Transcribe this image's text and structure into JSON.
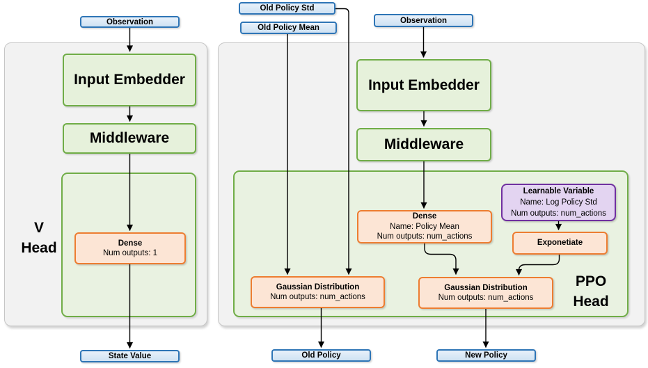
{
  "colors": {
    "blue_border": "#2e75b6",
    "blue_fill_top": "#e8f1fa",
    "blue_fill_bottom": "#cfe2f3",
    "green_border": "#70ad47",
    "green_fill": "#e6f1db",
    "container_fill": "#e9f2e1",
    "orange_border": "#ed7d31",
    "orange_fill": "#fce5d5",
    "purple_border": "#7030a0",
    "purple_fill": "#e3d4f1",
    "panel_fill": "#f2f2f2",
    "panel_border": "#c6c6c6",
    "line_color": "#000000",
    "text_color": "#000000"
  },
  "v": {
    "observation": "Observation",
    "input_embedder": "Input Embedder",
    "middleware": "Middleware",
    "dense_title": "Dense",
    "dense_outputs": "Num outputs: 1",
    "title_line1": "V",
    "title_line2": "Head",
    "state_value": "State Value"
  },
  "ppo": {
    "old_policy_std": "Old Policy Std",
    "old_policy_mean": "Old Policy Mean",
    "observation": "Observation",
    "input_embedder": "Input Embedder",
    "middleware": "Middleware",
    "dense_title": "Dense",
    "dense_name": "Name: Policy Mean",
    "dense_outputs": "Num outputs: num_actions",
    "learnable_title": "Learnable Variable",
    "learnable_name": "Name: Log Policy Std",
    "learnable_outputs": "Num outputs: num_actions",
    "exponetiate": "Exponetiate",
    "gaussian_old_title": "Gaussian Distribution",
    "gaussian_old_outputs": "Num outputs: num_actions",
    "gaussian_new_title": "Gaussian Distribution",
    "gaussian_new_outputs": "Num outputs: num_actions",
    "title_line1": "PPO",
    "title_line2": "Head",
    "old_policy": "Old Policy",
    "new_policy": "New Policy"
  }
}
